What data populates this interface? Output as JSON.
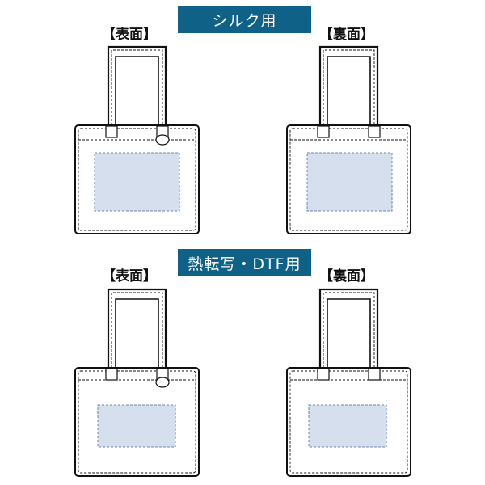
{
  "sections": [
    {
      "title": "シルク用",
      "front_label": "【表面】",
      "back_label": "【裏面】"
    },
    {
      "title": "熱転写・DTF用",
      "front_label": "【表面】",
      "back_label": "【裏面】"
    }
  ],
  "colors": {
    "banner": "#0f6187",
    "print_area_fill": "#d6dfee",
    "print_area_border": "#6a86b3",
    "outline": "#111111"
  }
}
